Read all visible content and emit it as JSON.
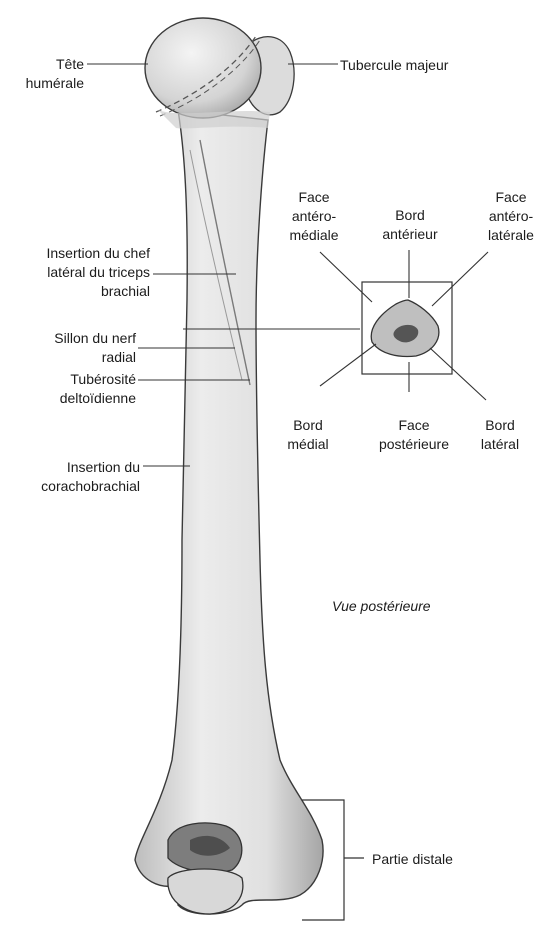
{
  "labels": {
    "tete_humerale": "Tête\nhumérale",
    "tubercule_majeur": "Tubercule majeur",
    "insertion_chef_lateral": "Insertion du chef\nlatéral du triceps\nbrachial",
    "sillon_nerf_radial": "Sillon du nerf\nradial",
    "tuberosite_deltoidienne": "Tubérosité\ndeltoïdienne",
    "insertion_coracobrachial": "Insertion du\ncorachobrachial",
    "partie_distale": "Partie distale",
    "vue": "Vue postérieure"
  },
  "cross_section": {
    "face_antero_mediale": "Face\nantéro-\nmédiale",
    "bord_anterieur": "Bord\nantérieur",
    "face_antero_laterale": "Face\nantéro-\nlatérale",
    "bord_medial": "Bord\nmédial",
    "face_posterieure": "Face\npostérieure",
    "bord_lateral": "Bord\nlatéral"
  },
  "colors": {
    "bone": "#e2e2e2",
    "bone_shadow": "#a9a9a9",
    "outline": "#3a3a3a",
    "leader": "#333333"
  }
}
